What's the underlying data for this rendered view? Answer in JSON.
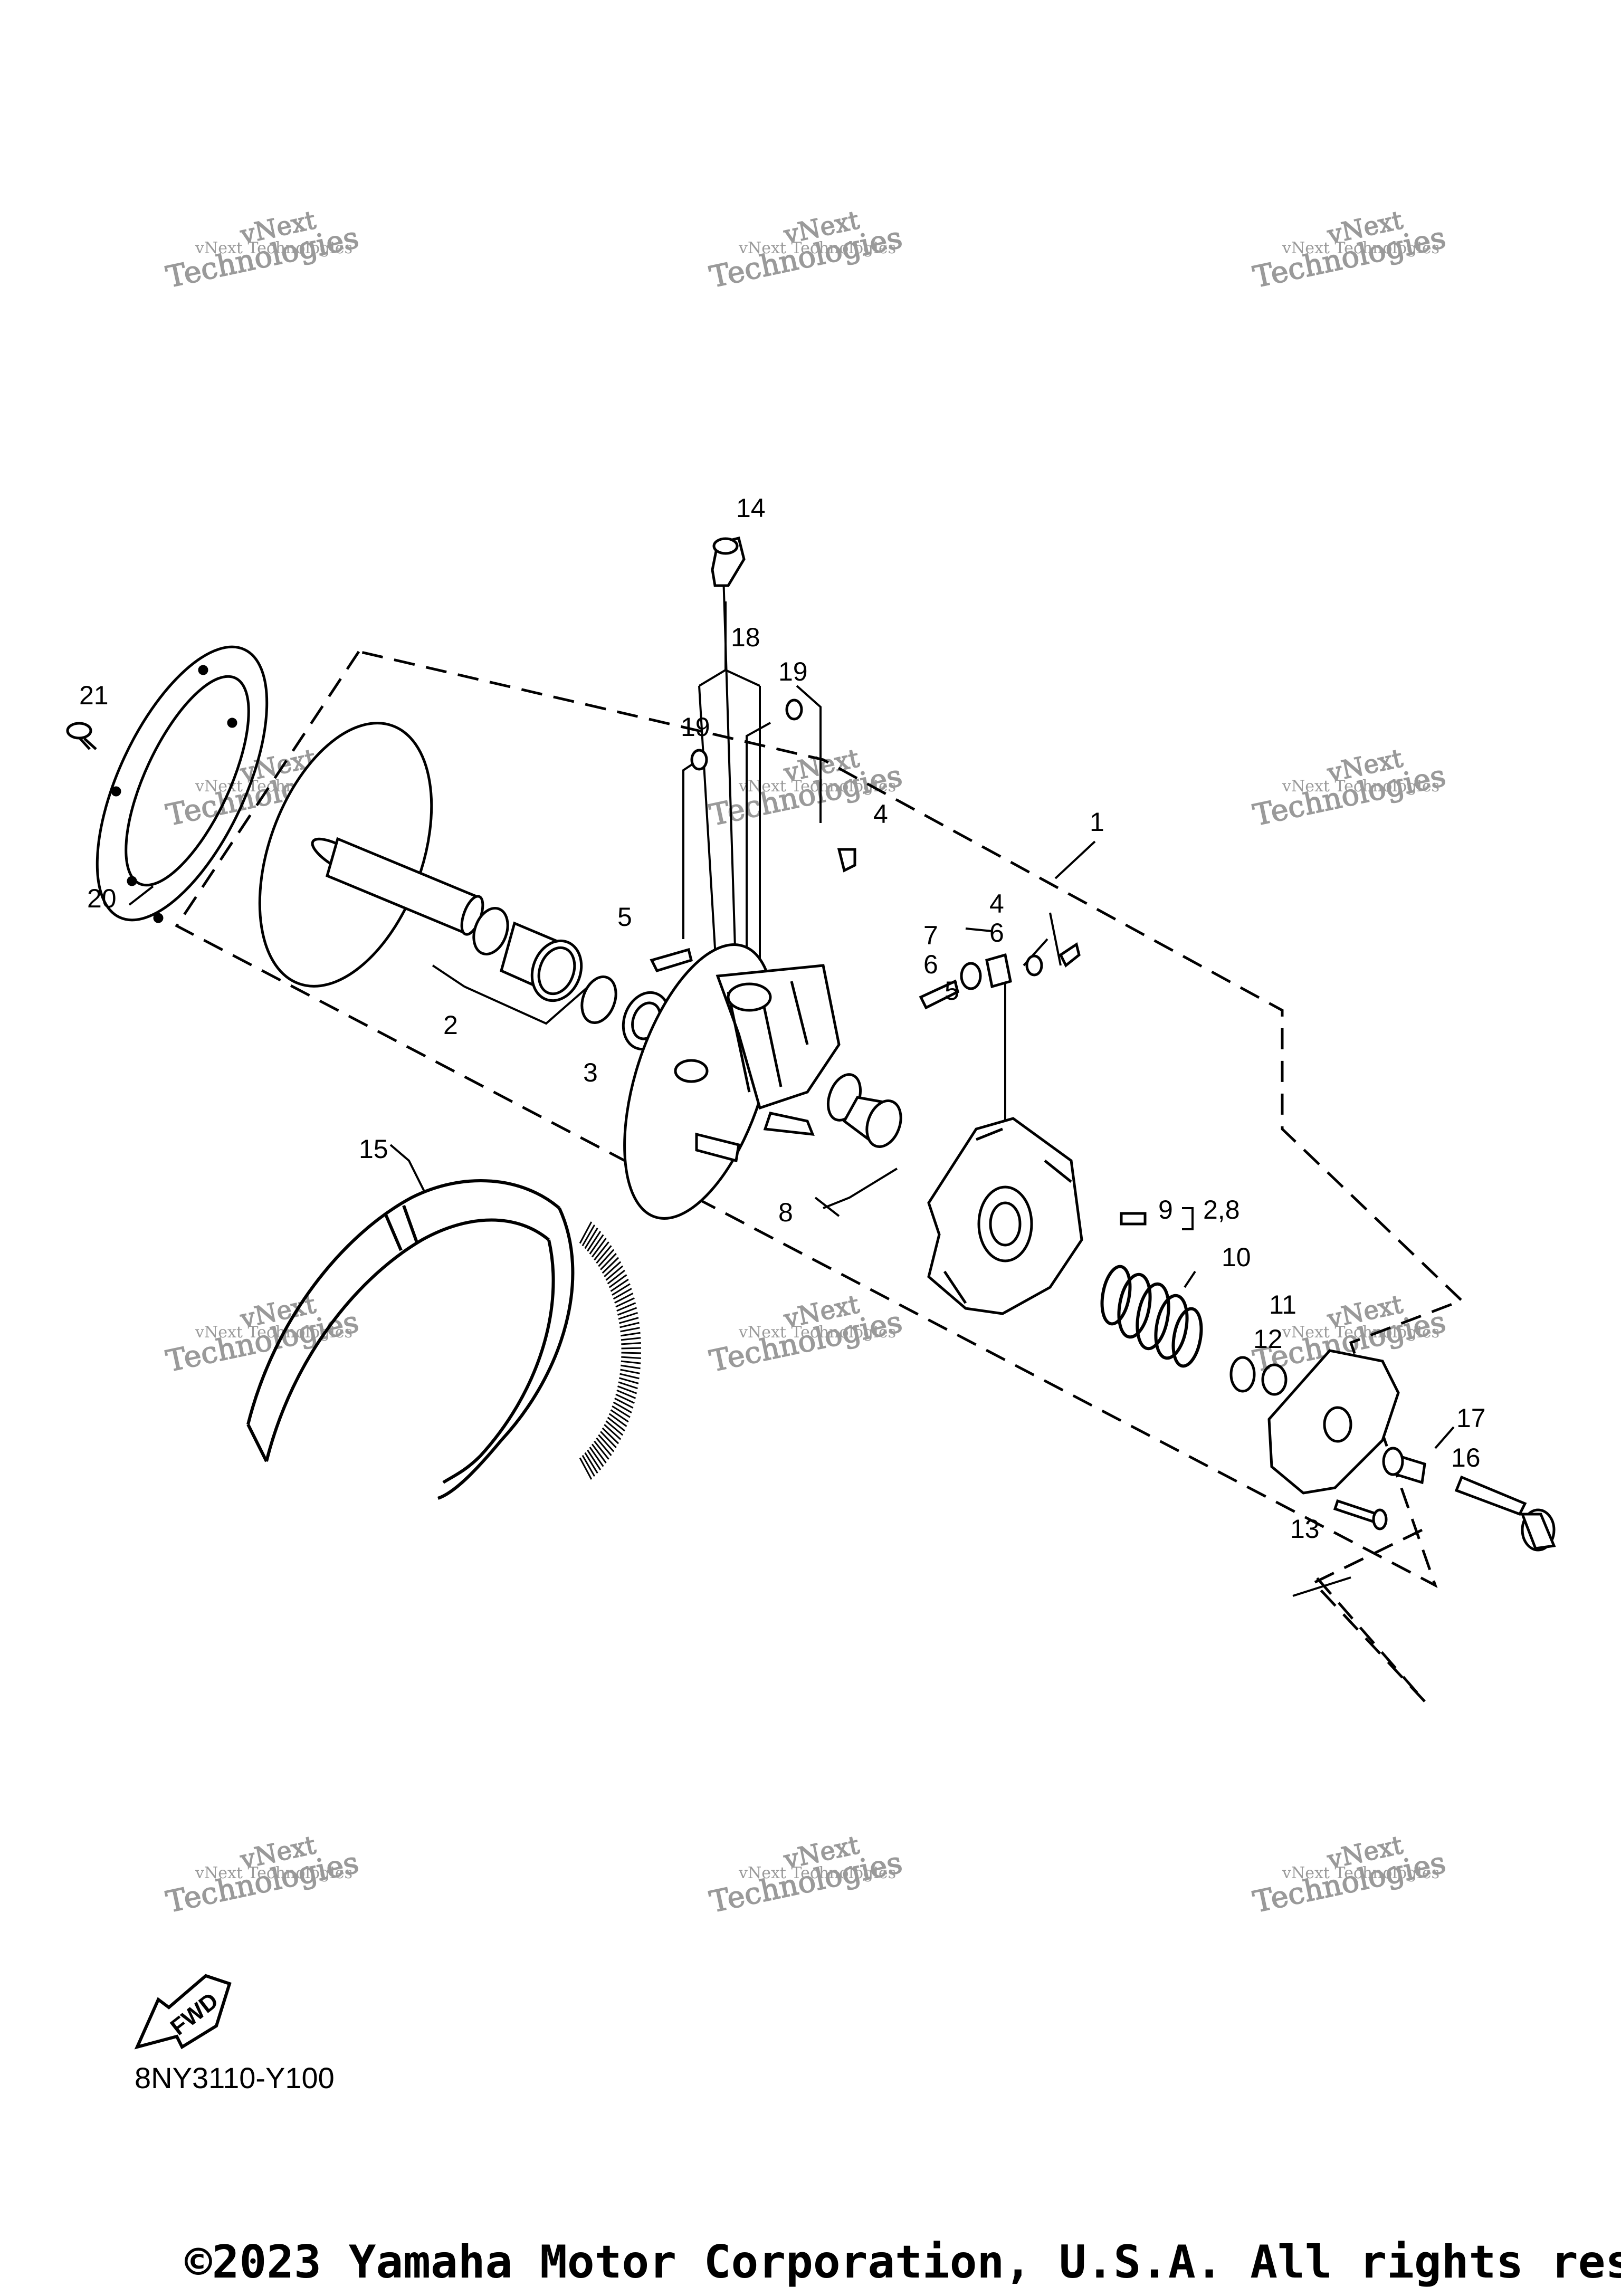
{
  "diagram": {
    "callouts": [
      "1",
      "2",
      "3",
      "4",
      "4",
      "5",
      "5",
      "6",
      "6",
      "7",
      "8",
      "9",
      "2,8",
      "10",
      "11",
      "12",
      "13",
      "14",
      "15",
      "16",
      "17",
      "18",
      "19",
      "19",
      "20",
      "21"
    ],
    "fwd_label": "FWD",
    "diagram_code": "8NY3110-Y100",
    "copyright": "©2023 Yamaha Motor Corporation, U.S.A. All rights res",
    "watermark": {
      "line1": "vNext Technologies",
      "line2": "vNext",
      "line3": "Technologies"
    }
  }
}
